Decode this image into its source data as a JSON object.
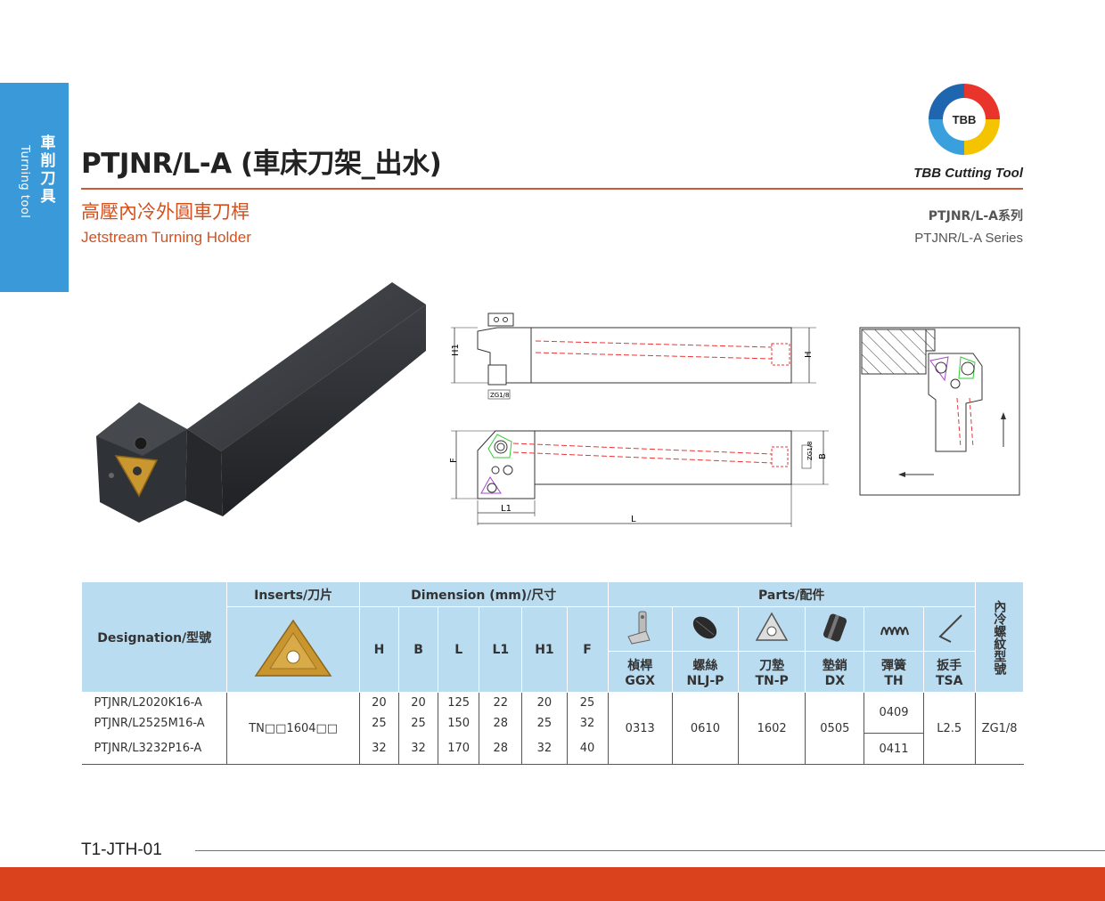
{
  "side_tab": {
    "zh": "車削刀具",
    "en": "Turning tool"
  },
  "header": {
    "title": "PTJNR/L-A (車床刀架_出水)",
    "subtitle_zh": "高壓內冷外圓車刀桿",
    "subtitle_en": "Jetstream Turning Holder",
    "series_zh": "PTJNR/L-A系列",
    "series_en": "PTJNR/L-A Series"
  },
  "logo": {
    "text": "TBB",
    "caption": "TBB Cutting Tool"
  },
  "drawing_labels": {
    "h1": "H1",
    "h": "H",
    "zg_side": "ZG1/8",
    "f": "F",
    "l1": "L1",
    "l": "L",
    "zg_top": "ZG1/8",
    "b": "B"
  },
  "table": {
    "designation_header": "Designation/型號",
    "inserts_header": "Inserts/刀片",
    "dimension_header": "Dimension (mm)/尺寸",
    "parts_header": "Parts/配件",
    "coolant_header": "內冷螺紋型號",
    "dim_cols": [
      "H",
      "B",
      "L",
      "L1",
      "H1",
      "F"
    ],
    "parts": [
      {
        "zh": "楨桿",
        "code": "GGX",
        "icon": "lever-icon"
      },
      {
        "zh": "螺絲",
        "code": "NLJ-P",
        "icon": "screw-icon"
      },
      {
        "zh": "刀墊",
        "code": "TN-P",
        "icon": "shim-icon"
      },
      {
        "zh": "墊銷",
        "code": "DX",
        "icon": "pin-icon"
      },
      {
        "zh": "彈簧",
        "code": "TH",
        "icon": "spring-icon"
      },
      {
        "zh": "扳手",
        "code": "TSA",
        "icon": "wrench-icon"
      }
    ],
    "rows": [
      {
        "designation": "PTJNR/L2020K16-A",
        "H": "20",
        "B": "20",
        "L": "125",
        "L1": "22",
        "H1": "20",
        "F": "25"
      },
      {
        "designation": "PTJNR/L2525M16-A",
        "H": "25",
        "B": "25",
        "L": "150",
        "L1": "28",
        "H1": "25",
        "F": "32"
      },
      {
        "designation": "PTJNR/L3232P16-A",
        "H": "32",
        "B": "32",
        "L": "170",
        "L1": "28",
        "H1": "32",
        "F": "40"
      }
    ],
    "insert_value": "TN□□1604□□",
    "parts_values": {
      "GGX": "0313",
      "NLJ-P": "0610",
      "TN-P": "1602",
      "DX": "0505",
      "TH_1": "0409",
      "TH_2": "0411",
      "TSA": "L2.5"
    },
    "coolant_value": "ZG1/8"
  },
  "footer": {
    "page_code": "T1-JTH-01"
  },
  "colors": {
    "accent_blue": "#3a9ad9",
    "accent_orange": "#d9421c",
    "table_header": "#b9dcf0"
  }
}
